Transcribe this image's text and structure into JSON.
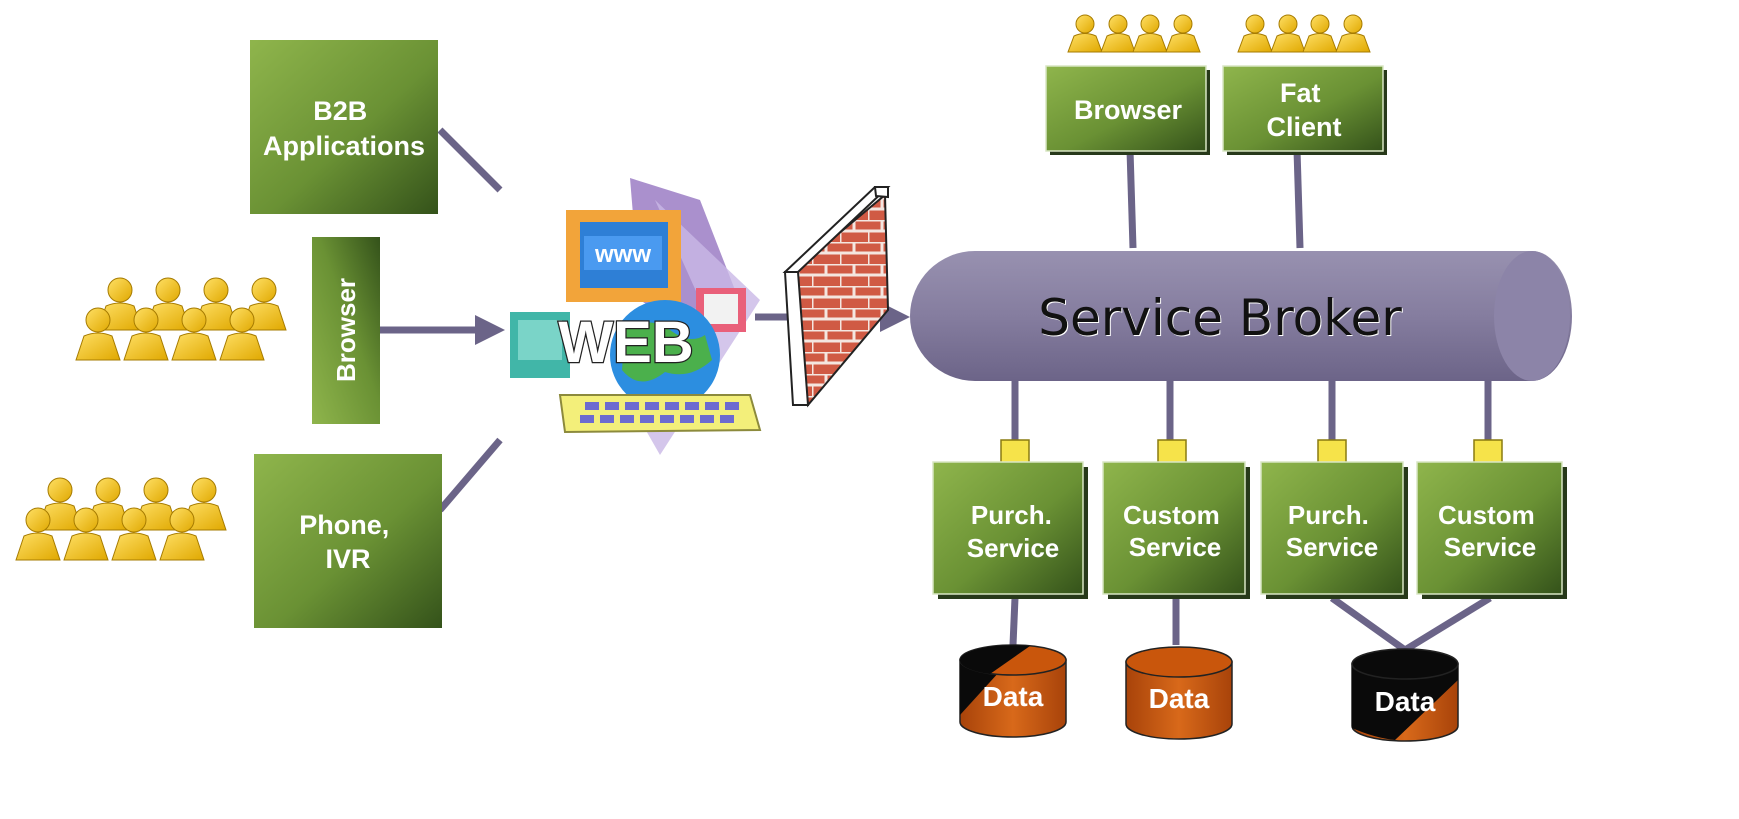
{
  "colors": {
    "green_light": "#86ad45",
    "green_dark": "#3a5a1c",
    "person": "#f3c21d",
    "connector": "#6b6488",
    "broker": "#7f7799",
    "data_body": "#c9560c",
    "firewall_brick": "#d4604a"
  },
  "left_nodes": {
    "b2b": [
      "B2B",
      "Applications"
    ],
    "browser": "Browser",
    "phone": [
      "Phone,",
      "IVR"
    ]
  },
  "web": {
    "banner": "www",
    "label": "WEB"
  },
  "top_clients": {
    "browser": "Browser",
    "fat_client": [
      "Fat",
      "Client"
    ]
  },
  "broker": {
    "label": "Service Broker"
  },
  "services": [
    {
      "line1": "Purch.",
      "line2": "Service"
    },
    {
      "line1": "Custom",
      "line2": "Service"
    },
    {
      "line1": "Purch.",
      "line2": "Service"
    },
    {
      "line1": "Custom",
      "line2": "Service"
    }
  ],
  "data_stores": [
    {
      "label": "Data"
    },
    {
      "label": "Data"
    },
    {
      "label": "Data"
    }
  ],
  "icons": [
    "users-group-icon",
    "web-computer-icon",
    "firewall-icon",
    "data-cylinder-icon",
    "adapter-plug-icon"
  ]
}
